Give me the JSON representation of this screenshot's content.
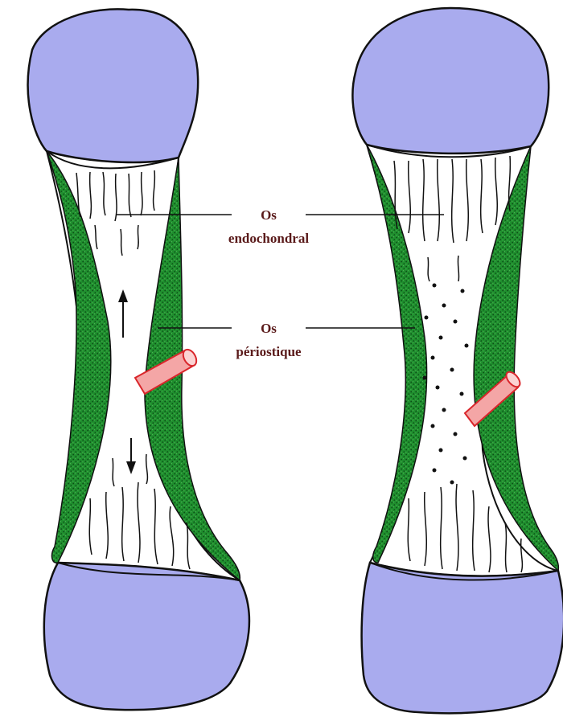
{
  "labels": {
    "endochondral_line1": "Os",
    "endochondral_line2": "endochondral",
    "periostique_line1": "Os",
    "periostique_line2": "périostique"
  },
  "colors": {
    "epiphysis": "#a9abee",
    "periosteal_bone": "#1f8f2e",
    "periosteal_speckle": "#0d4a16",
    "vessel": "#f4a6a6",
    "vessel_outline": "#d9262b",
    "label_text": "#5a1a1a",
    "outline": "#111111"
  }
}
